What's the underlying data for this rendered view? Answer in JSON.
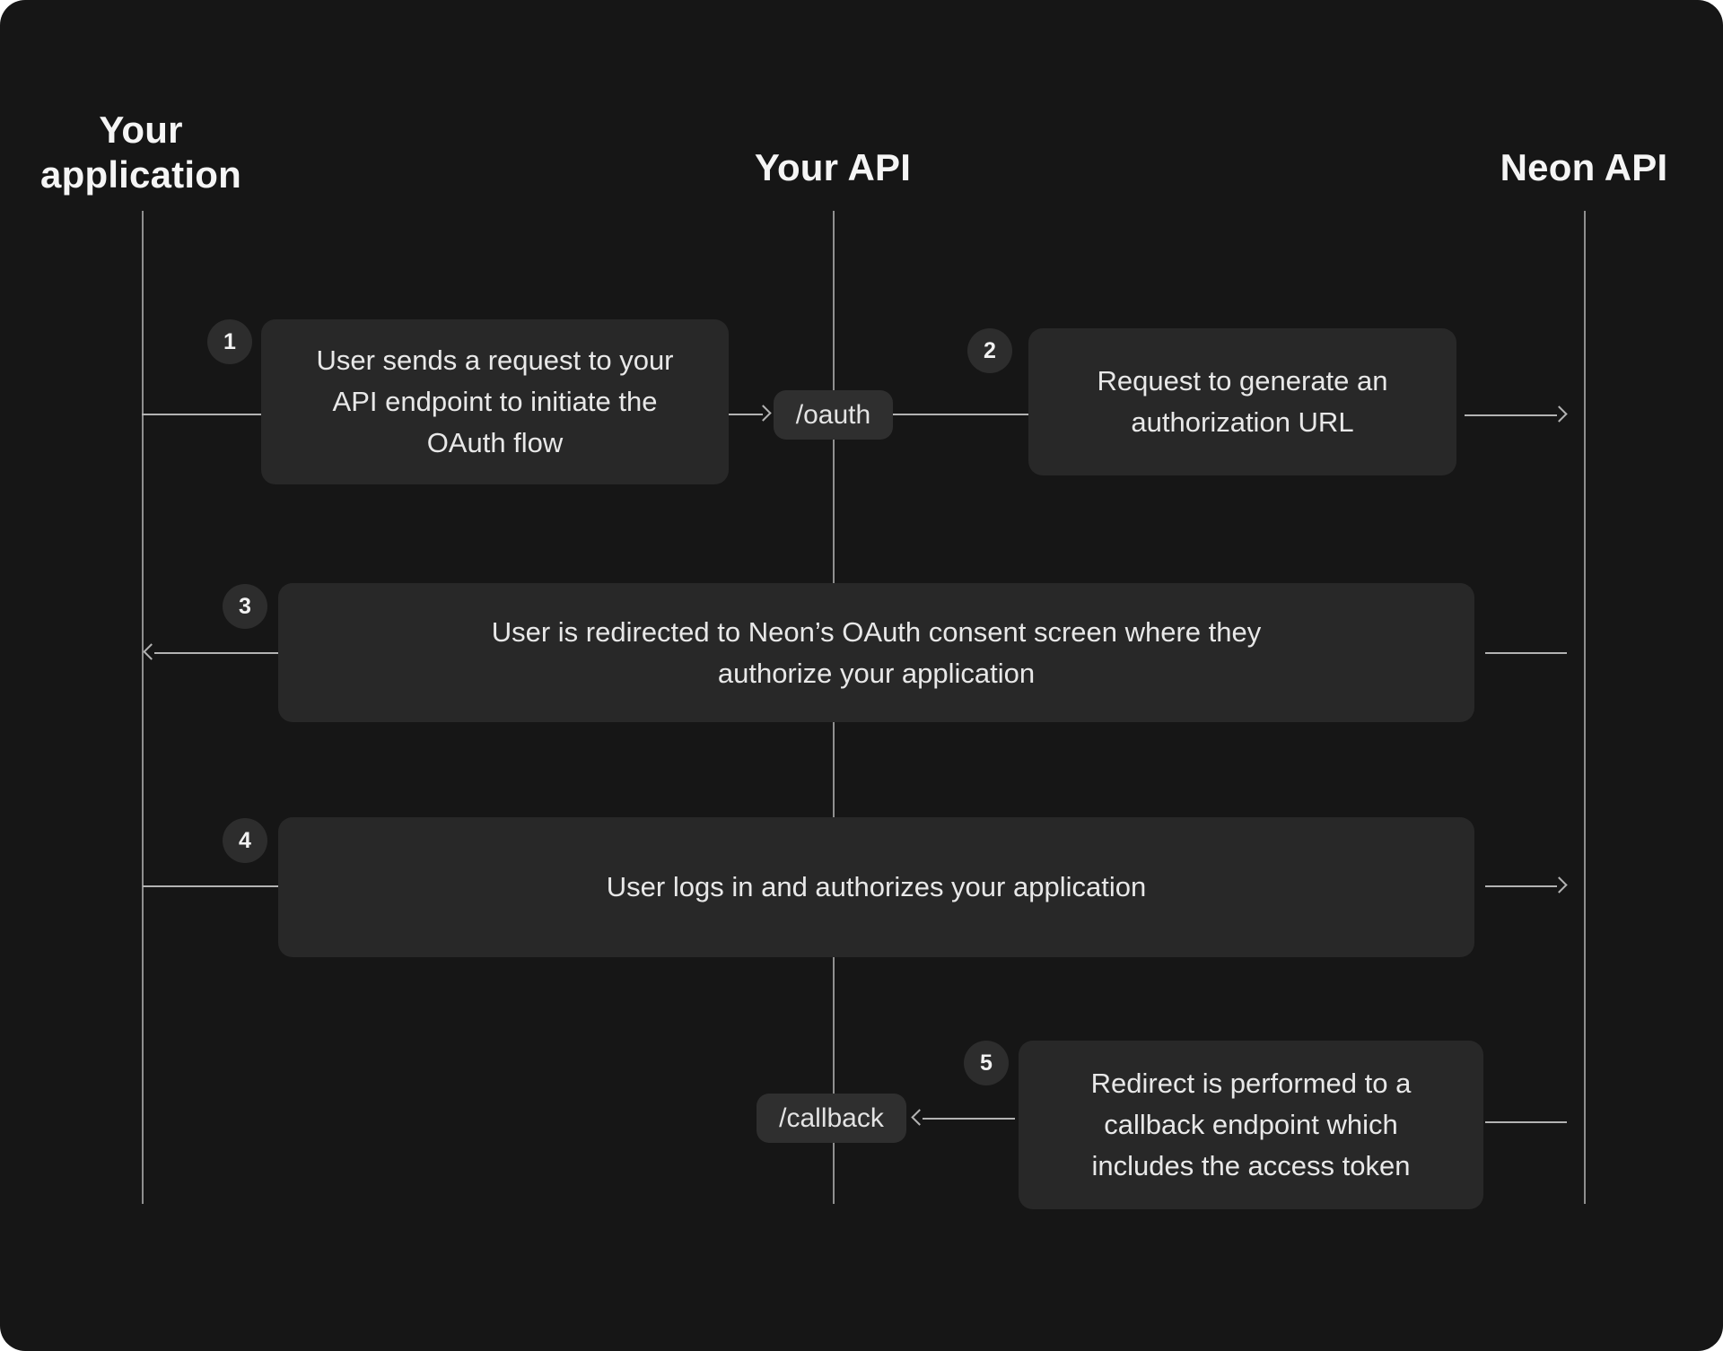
{
  "diagram": {
    "kind": "sequence-diagram",
    "actors": [
      {
        "id": "your-application",
        "label": "Your application"
      },
      {
        "id": "your-api",
        "label": "Your API"
      },
      {
        "id": "neon-api",
        "label": "Neon API"
      }
    ],
    "endpoints": {
      "oauth": "/oauth",
      "callback": "/callback"
    },
    "steps": [
      {
        "number": "1",
        "from": "your-application",
        "to": "your-api",
        "text": "User sends a request to your API endpoint to initiate the OAuth flow"
      },
      {
        "number": "2",
        "from": "your-api",
        "to": "neon-api",
        "text": "Request to generate an authorization URL"
      },
      {
        "number": "3",
        "from": "neon-api",
        "to": "your-application",
        "text": "User is redirected to Neon’s OAuth consent screen where they authorize your application"
      },
      {
        "number": "4",
        "from": "your-application",
        "to": "neon-api",
        "text": "User logs in and authorizes your application"
      },
      {
        "number": "5",
        "from": "neon-api",
        "to": "your-api",
        "text": "Redirect is performed to a callback endpoint which includes the access token"
      }
    ],
    "colors": {
      "canvas_bg": "#161616",
      "box_bg": "#282828",
      "badge_bg": "#2f2f2f",
      "circle_bg": "#2d2d2d",
      "line": "#b3b3b3",
      "lifeline": "#8f8f8f",
      "text": "#e8e8e8",
      "heading": "#f5f5f5"
    }
  }
}
